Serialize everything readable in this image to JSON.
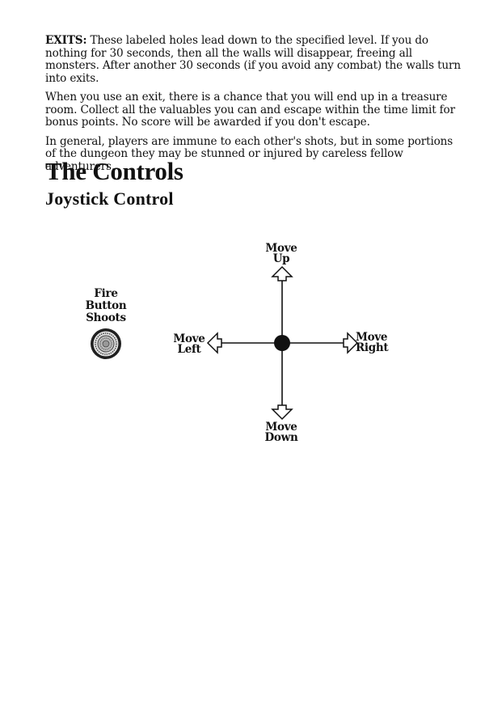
{
  "exits": {
    "label": "EXITS:",
    "text": " These labeled holes lead down to the specified level. If you do nothing for 30 seconds, then all the walls will disappear, freeing all monsters. After another 30 seconds (if you avoid any combat) the walls turn into exits."
  },
  "paragraphs": [
    "When you use an exit, there is a chance that you will end up in a treasure room. Collect all the valuables you can and escape within the time limit for bonus points. No score will be awarded if you don't escape.",
    "In general, players are immune to each other's shots, but in some portions of the dungeon they may be stunned or injured by careless fellow adventurers."
  ],
  "headings": {
    "title": "The Controls",
    "subtitle": "Joystick Control"
  },
  "diagram": {
    "fire_button": [
      "Fire",
      "Button",
      "Shoots"
    ],
    "up": [
      "Move",
      "Up"
    ],
    "down": [
      "Move",
      "Down"
    ],
    "left": [
      "Move",
      "Left"
    ],
    "right": [
      "Move",
      "Right"
    ],
    "icons": {
      "fire_button": "fire-button-icon",
      "center": "joystick-center-icon",
      "up": "arrow-up-icon",
      "down": "arrow-down-icon",
      "left": "arrow-left-icon",
      "right": "arrow-right-icon"
    }
  }
}
